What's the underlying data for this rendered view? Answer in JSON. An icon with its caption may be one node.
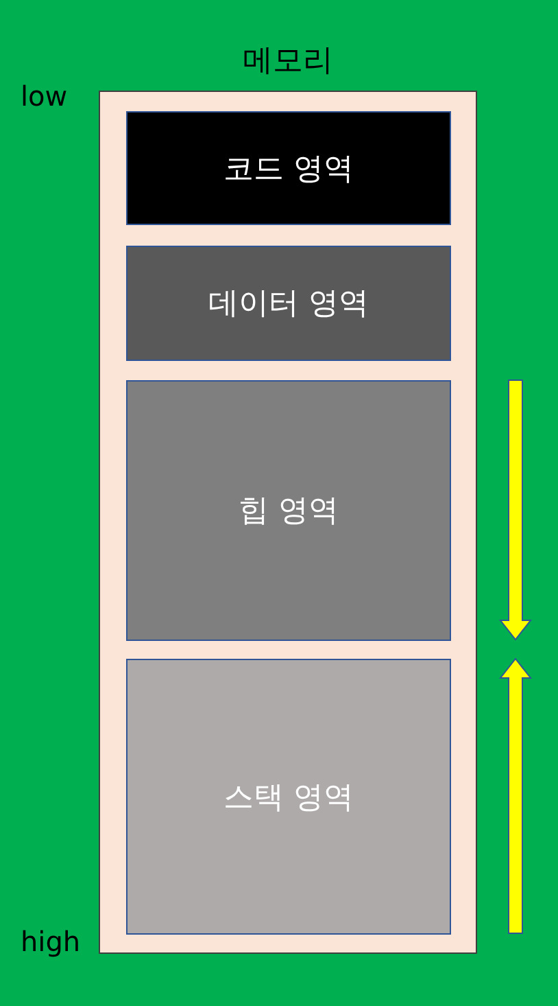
{
  "diagram": {
    "nodes": [
      {
        "text": [
          "메모리"
        ]
      },
      {
        "text": [
          "코드 영역"
        ],
        "in": 0
      },
      {
        "text": [
          "데이터 영역"
        ],
        "in": 0
      },
      {
        "text": [
          "힙 영역"
        ],
        "in": 0
      },
      {
        "text": [
          "스택 영역"
        ],
        "in": 0
      }
    ],
    "labels": [
      "low",
      "high"
    ]
  }
}
